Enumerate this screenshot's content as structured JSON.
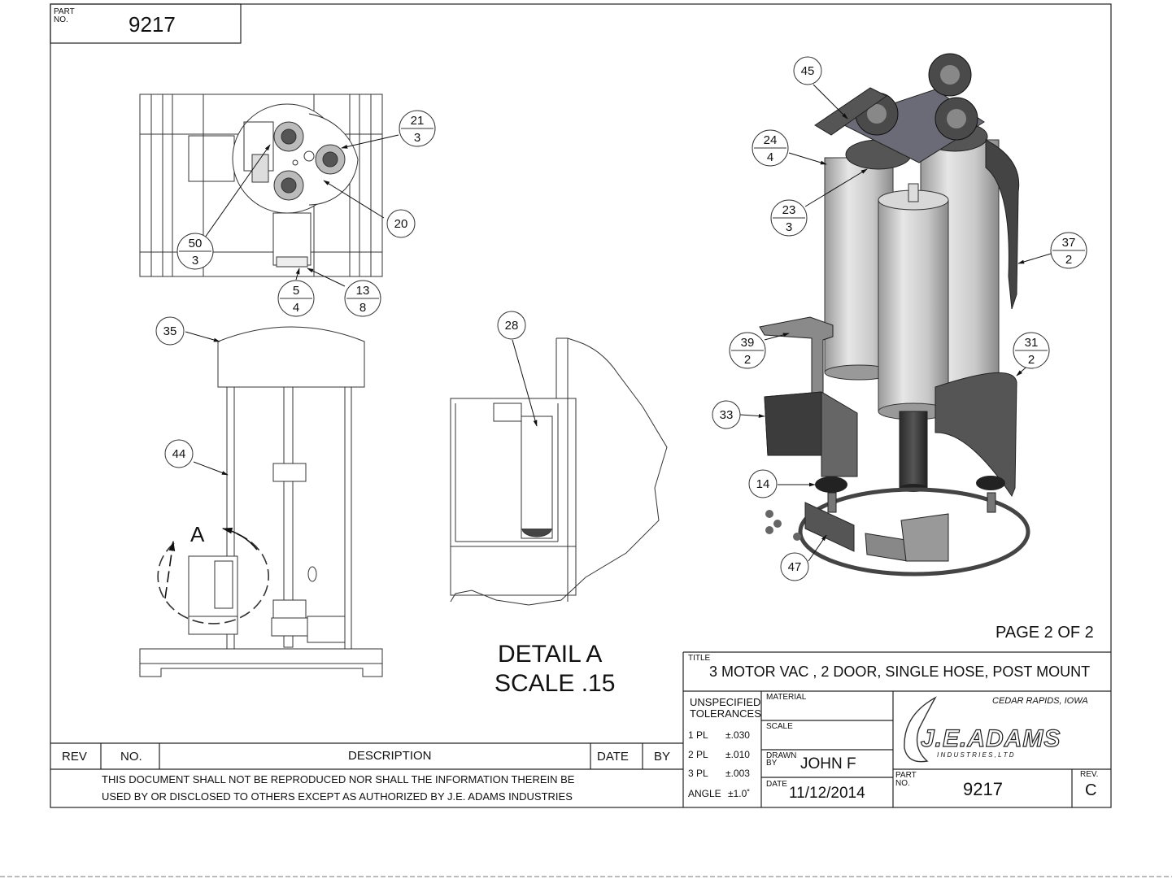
{
  "part_box": {
    "label_line1": "PART",
    "label_line2": "NO.",
    "value": "9217"
  },
  "balloons": [
    {
      "id": "45",
      "qty": null
    },
    {
      "id": "24",
      "qty": "4"
    },
    {
      "id": "21",
      "qty": "3"
    },
    {
      "id": "20",
      "qty": null
    },
    {
      "id": "23",
      "qty": "3"
    },
    {
      "id": "37",
      "qty": "2"
    },
    {
      "id": "50",
      "qty": "3"
    },
    {
      "id": "5",
      "qty": "4"
    },
    {
      "id": "13",
      "qty": "8"
    },
    {
      "id": "35",
      "qty": null
    },
    {
      "id": "28",
      "qty": null
    },
    {
      "id": "39",
      "qty": "2"
    },
    {
      "id": "31",
      "qty": "2"
    },
    {
      "id": "33",
      "qty": null
    },
    {
      "id": "44",
      "qty": null
    },
    {
      "id": "14",
      "qty": null
    },
    {
      "id": "47",
      "qty": null
    }
  ],
  "detail_marker": "A",
  "detail_label": {
    "line1": "DETAIL  A",
    "line2": "SCALE .15"
  },
  "page_label": "PAGE 2 OF 2",
  "title_block": {
    "title_label": "TITLE",
    "title": "3 MOTOR VAC , 2 DOOR, SINGLE HOSE, POST MOUNT",
    "tolerances_label_1": "UNSPECIFIED",
    "tolerances_label_2": "TOLERANCES",
    "tolerances": [
      {
        "label": "1 PL",
        "value": "±.030"
      },
      {
        "label": "2 PL",
        "value": "±.010"
      },
      {
        "label": "3 PL",
        "value": "±.003"
      },
      {
        "label": "ANGLE",
        "value": "±1.0˚"
      }
    ],
    "material_label": "MATERIAL",
    "scale_label": "SCALE",
    "drawn_label_1": "DRAWN",
    "drawn_label_2": "BY",
    "drawn_by": "JOHN F",
    "date_label": "DATE",
    "date": "11/12/2014",
    "company_location": "CEDAR  RAPIDS,  IOWA",
    "company_name": "J.E.ADAMS",
    "company_sub": "I N D U S T R I E S ,  L T D",
    "part_label_1": "PART",
    "part_label_2": "NO.",
    "part_no": "9217",
    "rev_label": "REV.",
    "rev": "C"
  },
  "revision_table": {
    "headers": [
      "REV",
      "NO.",
      "DESCRIPTION",
      "DATE",
      "BY"
    ],
    "notice_line1": "THIS DOCUMENT SHALL NOT BE REPRODUCED NOR SHALL THE INFORMATION THEREIN BE",
    "notice_line2": "USED BY OR DISCLOSED TO OTHERS EXCEPT AS AUTHORIZED BY J.E. ADAMS INDUSTRIES"
  }
}
